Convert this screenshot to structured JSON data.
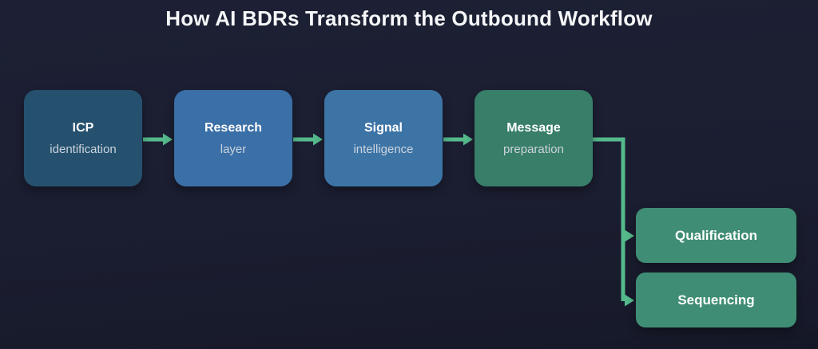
{
  "title": "How AI BDRs Transform the Outbound Workflow",
  "diagram": {
    "main_nodes": [
      {
        "title": "ICP",
        "subtitle": "identification",
        "color": "#25516f"
      },
      {
        "title": "Research",
        "subtitle": "layer",
        "color": "#3a6fa7"
      },
      {
        "title": "Signal",
        "subtitle": "intelligence",
        "color": "#3d74a6"
      },
      {
        "title": "Message",
        "subtitle": "preparation",
        "color": "#387e68"
      }
    ],
    "branch_nodes": [
      {
        "label": "Qualification",
        "color": "#3f8d74"
      },
      {
        "label": "Sequencing",
        "color": "#3f8d74"
      }
    ],
    "colors": {
      "background": "#1b1e31",
      "arrow": "#55b98c",
      "node_title_text": "#ffffff",
      "node_subtitle_text": "#ccd4dd"
    }
  }
}
